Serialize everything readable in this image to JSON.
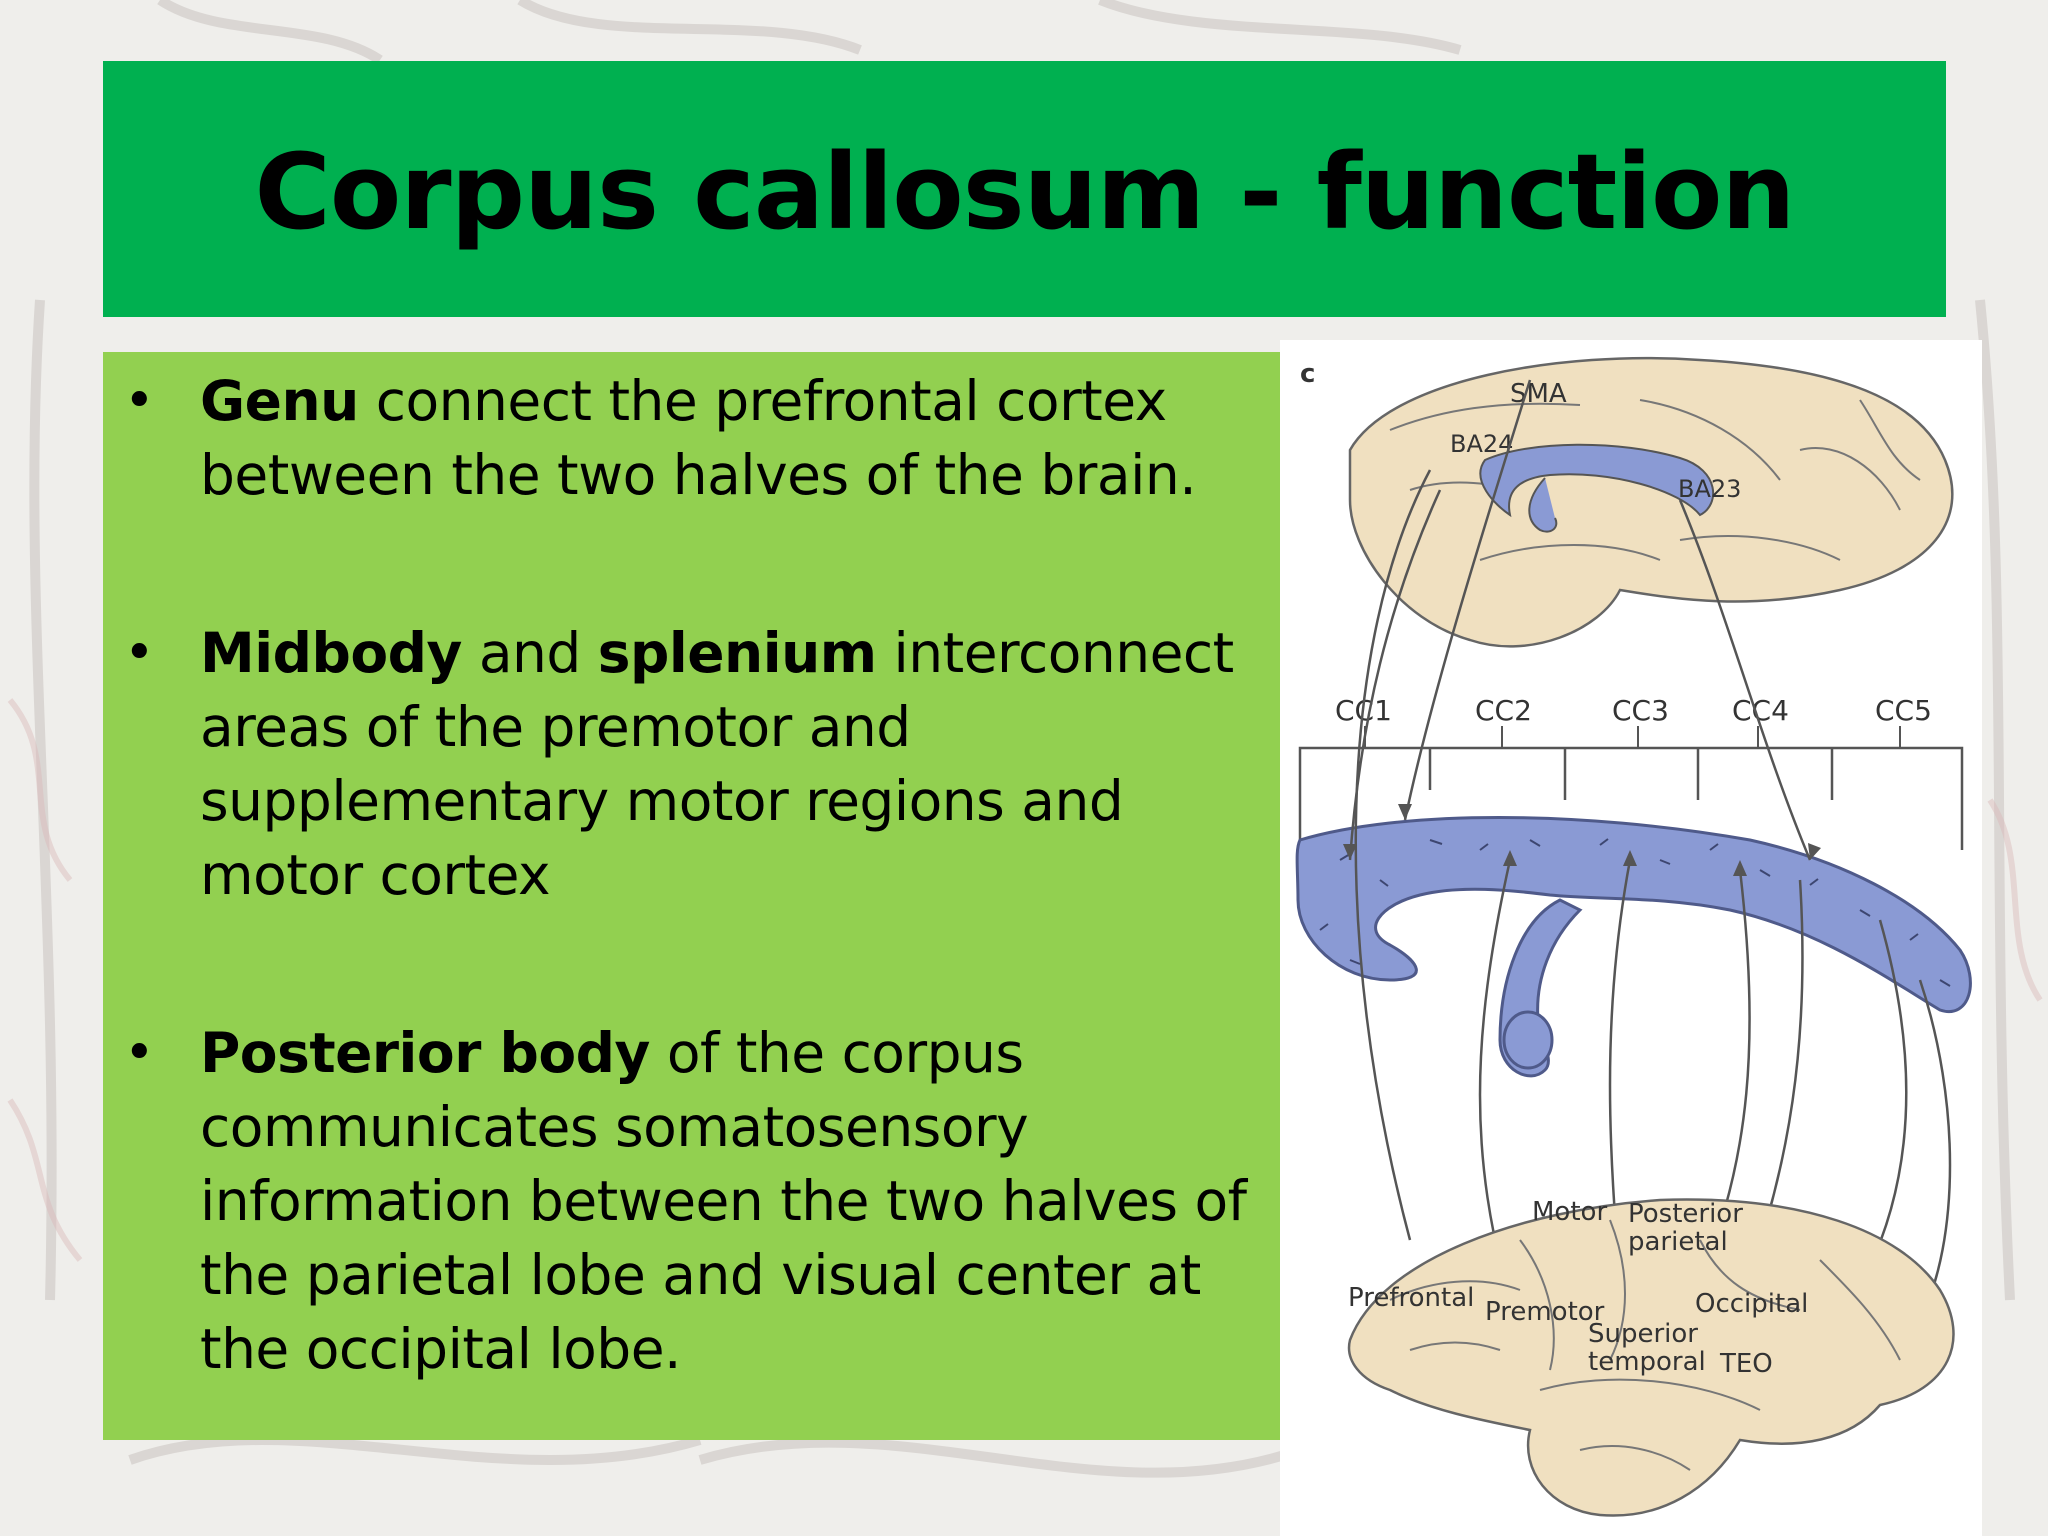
{
  "slide": {
    "title": "Corpus callosum - function",
    "bullets": [
      {
        "segments": [
          {
            "text": "Genu",
            "bold": true
          },
          {
            "text": " connect the prefrontal cortex between the two halves of the brain.",
            "bold": false
          }
        ]
      },
      {
        "segments": [
          {
            "text": "Midbody",
            "bold": true
          },
          {
            "text": " and ",
            "bold": false
          },
          {
            "text": "splenium",
            "bold": true
          },
          {
            "text": " interconnect areas of the premotor and supplementary motor regions and motor cortex",
            "bold": false
          }
        ]
      },
      {
        "segments": [
          {
            "text": "Posterior body",
            "bold": true
          },
          {
            "text": " of the corpus communicates somatosensory information between the two halves of the parietal lobe and visual center at the occipital lobe.",
            "bold": false
          }
        ]
      }
    ]
  },
  "figure": {
    "panel_letter": "c",
    "top_labels": {
      "sma": "SMA",
      "ba24": "BA24",
      "ba23": "BA23"
    },
    "segments": [
      "CC1",
      "CC2",
      "CC3",
      "CC4",
      "CC5"
    ],
    "bottom_labels": {
      "motor": "Motor",
      "posterior": "Posterior",
      "parietal": "parietal",
      "prefrontal": "Prefrontal",
      "premotor": "Premotor",
      "occipital": "Occipital",
      "superior": "Superior",
      "temporal": "temporal",
      "teo": "TEO"
    },
    "colors": {
      "brain": "#f0e0c0",
      "callosum": "#8a9ad4",
      "outline": "#555555"
    }
  }
}
